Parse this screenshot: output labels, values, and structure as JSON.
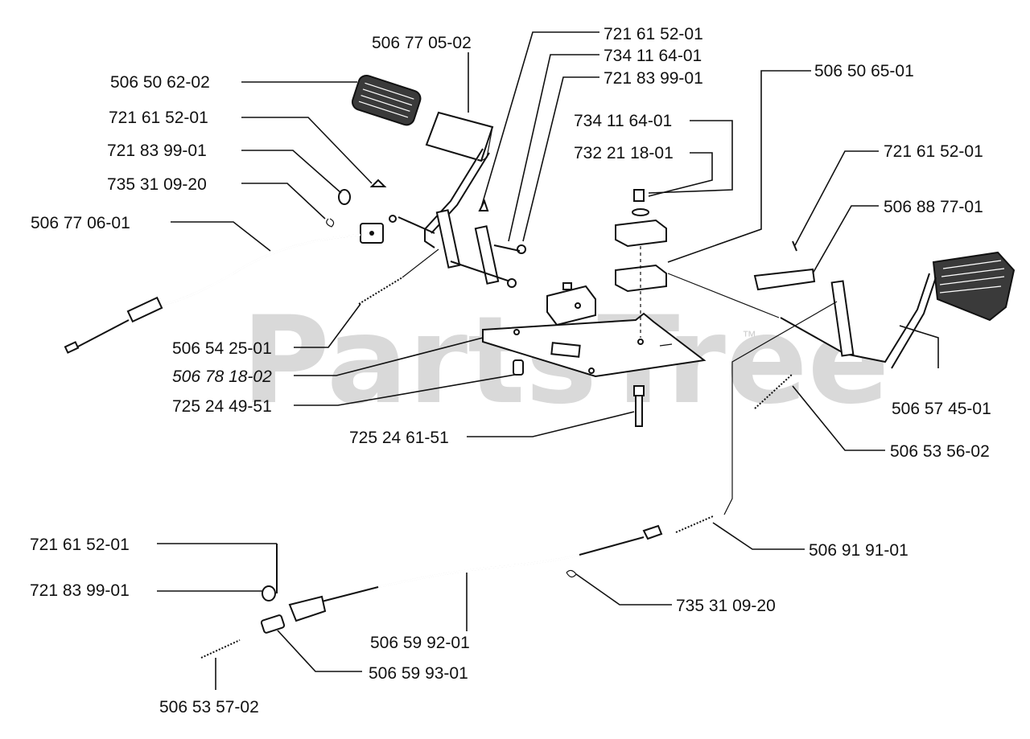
{
  "watermark": {
    "text": "PartsTree",
    "trademark": "™"
  },
  "callouts": [
    {
      "id": "c1",
      "text": "506 77 05-02"
    },
    {
      "id": "c2",
      "text": "721 61 52-01"
    },
    {
      "id": "c3",
      "text": "734 11 64-01"
    },
    {
      "id": "c4",
      "text": "721 83 99-01"
    },
    {
      "id": "c5",
      "text": "506  50 62-02"
    },
    {
      "id": "c6",
      "text": "721 61 52-01"
    },
    {
      "id": "c7",
      "text": "721 83 99-01"
    },
    {
      "id": "c8",
      "text": "735 31 09-20"
    },
    {
      "id": "c9",
      "text": "506 77 06-01"
    },
    {
      "id": "c10",
      "text": "506 50 65-01"
    },
    {
      "id": "c11",
      "text": "734 11 64-01"
    },
    {
      "id": "c12",
      "text": "732 21 18-01"
    },
    {
      "id": "c13",
      "text": "721 61 52-01"
    },
    {
      "id": "c14",
      "text": "506 88 77-01"
    },
    {
      "id": "c15",
      "text": "506 54 25-01"
    },
    {
      "id": "c16",
      "text": "506 78 18-02"
    },
    {
      "id": "c17",
      "text": "725 24 49-51"
    },
    {
      "id": "c18",
      "text": "725 24 61-51"
    },
    {
      "id": "c19",
      "text": "506 57 45-01"
    },
    {
      "id": "c20",
      "text": "506 53 56-02"
    },
    {
      "id": "c21",
      "text": "721 61 52-01"
    },
    {
      "id": "c22",
      "text": "506 91 91-01"
    },
    {
      "id": "c23",
      "text": "721 83 99-01"
    },
    {
      "id": "c24",
      "text": "735 31 09-20"
    },
    {
      "id": "c25",
      "text": "506 59 92-01"
    },
    {
      "id": "c26",
      "text": "506 59 93-01"
    },
    {
      "id": "c27",
      "text": "506 53 57-02"
    }
  ]
}
